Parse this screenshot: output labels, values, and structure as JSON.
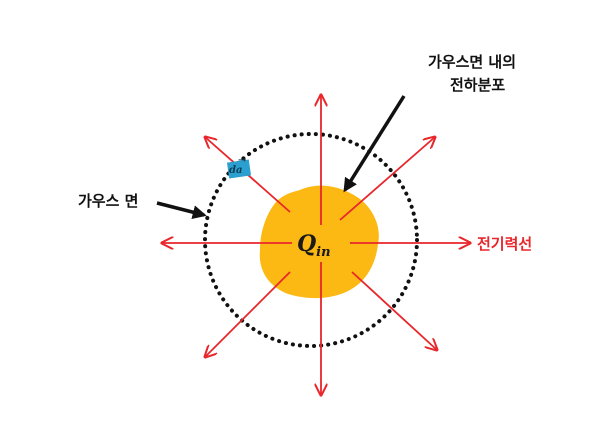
{
  "labels": {
    "gauss_surface": "가우스 면",
    "inner_charge_line1": "가우스면 내의",
    "inner_charge_line2": "전하분포",
    "field_lines": "전기력선",
    "charge_symbol": "Q",
    "charge_subscript": "in",
    "area_element": "da"
  },
  "colors": {
    "field_line": "#e8262b",
    "charge_fill": "#fdb913",
    "gauss_surface": "#111111",
    "area_element_fill": "#2a9fd0",
    "pointer_arrow": "#111111"
  }
}
